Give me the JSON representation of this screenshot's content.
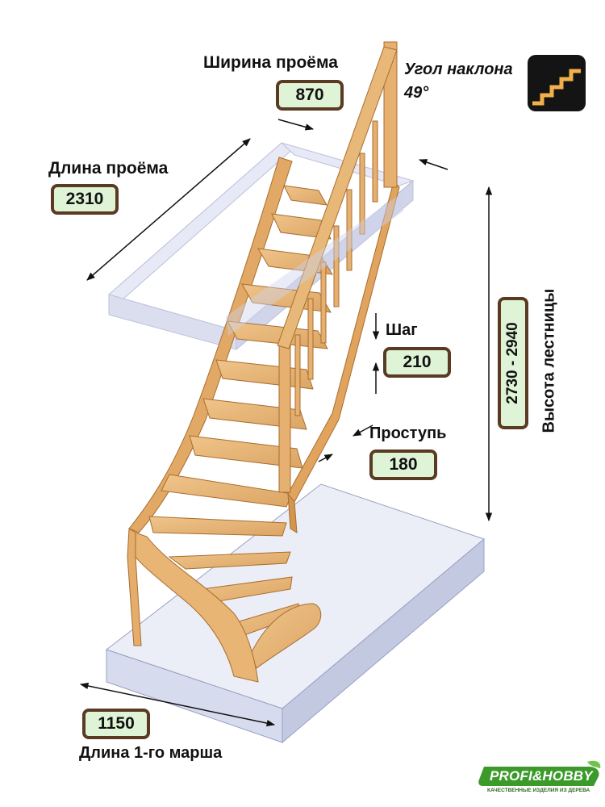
{
  "opening_width": {
    "label": "Ширина проёма",
    "value": "870"
  },
  "opening_length": {
    "label": "Длина проёма",
    "value": "2310"
  },
  "incline_angle": {
    "label": "Угол наклона",
    "value": "49°",
    "icon": "stairs-icon"
  },
  "step_rise": {
    "label": "Шаг",
    "value": "210"
  },
  "tread_depth": {
    "label": "Проступь",
    "value": "180"
  },
  "stair_height": {
    "label": "Высота лестницы",
    "value": "2730 - 2940"
  },
  "first_flight_length": {
    "label": "Длина 1-го марша",
    "value": "1150"
  },
  "brand": {
    "name": "PROFI&HOBBY",
    "tagline": "КАЧЕСТВЕННЫЕ ИЗДЕЛИЯ ИЗ ДЕРЕВА"
  },
  "colors": {
    "wood": "#e7b577",
    "wood_dark": "#b9803f",
    "badge_fill": "#dff3d6",
    "badge_border": "#5a3a22",
    "glass": "#c9cde6",
    "logo_green": "#3c9a2b"
  }
}
